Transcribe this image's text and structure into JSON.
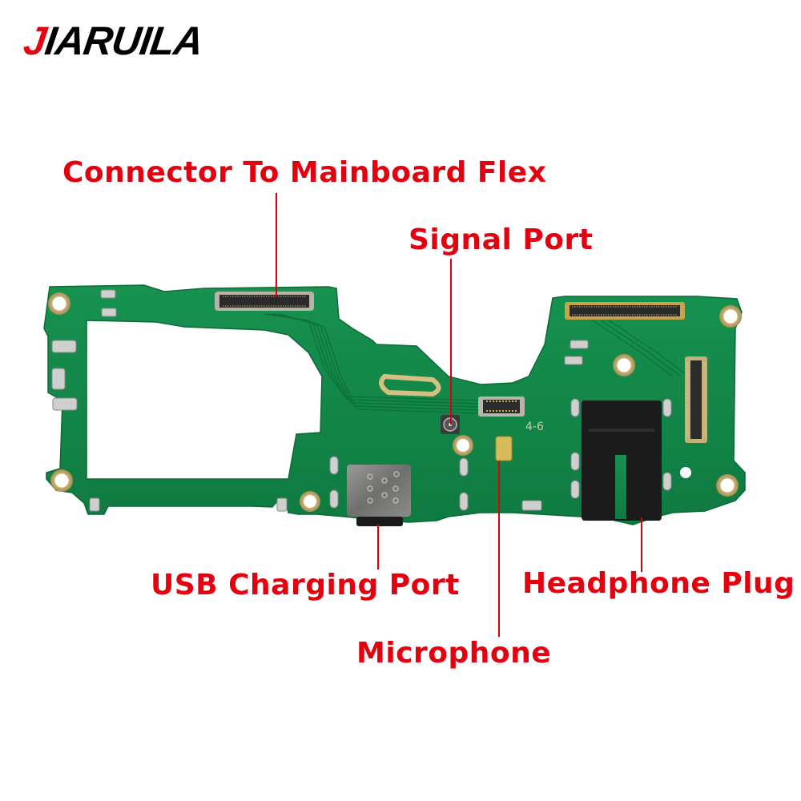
{
  "brand": {
    "logo_first_letter": "J",
    "logo_rest": "IARUILA",
    "accent_color": "#e30613"
  },
  "diagram": {
    "subject": "charging port flex PCB board",
    "board_color": "#13834a",
    "label_color": "#e3000f",
    "labels": [
      {
        "id": "connector",
        "text": "Connector To Mainboard Flex"
      },
      {
        "id": "signal",
        "text": "Signal Port"
      },
      {
        "id": "usb",
        "text": "USB Charging Port"
      },
      {
        "id": "headphone",
        "text": "Headphone Plug"
      },
      {
        "id": "microphone",
        "text": "Microphone"
      }
    ],
    "silkscreen_text": "4-6"
  }
}
